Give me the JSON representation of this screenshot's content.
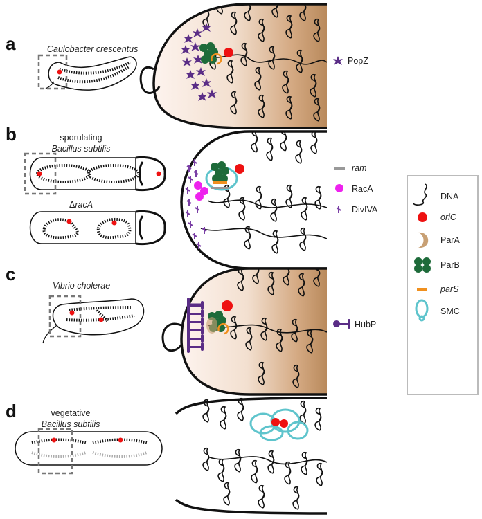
{
  "panels": [
    {
      "letter": "a",
      "organism": "Caulobacter crescentus"
    },
    {
      "letter": "b",
      "organism_line1": "sporulating",
      "organism_line2": "Bacillus subtilis",
      "mutant_label_prefix": "Δ",
      "mutant_label_gene": "racA"
    },
    {
      "letter": "c",
      "organism": "Vibrio cholerae"
    },
    {
      "letter": "d",
      "organism_line1": "vegetative",
      "organism_line2": "Bacillus subtilis"
    }
  ],
  "side_labels": {
    "popz": "PopZ",
    "ram": "ram",
    "raca": "RacA",
    "divIVA": "DivIVA",
    "hubp": "HubP"
  },
  "legend": {
    "items": [
      {
        "label": "DNA",
        "icon": "dna-squiggle-icon"
      },
      {
        "label": "oriC",
        "icon": "red-circle-icon",
        "italic": true
      },
      {
        "label": "ParA",
        "icon": "tan-crescent-icon"
      },
      {
        "label": "ParB",
        "icon": "green-cluster-icon"
      },
      {
        "label": "parS",
        "icon": "orange-dash-icon",
        "italic": true
      },
      {
        "label": "SMC",
        "icon": "cyan-ring-icon"
      }
    ]
  },
  "colors": {
    "oriC": "#ee1111",
    "parB": "#1e6b3a",
    "parA": "#c8a074",
    "parS": "#f0901e",
    "smc": "#5ec4cc",
    "popz": "#5a2d86",
    "raca": "#ee22ee",
    "divIVA": "#7a3fa5",
    "hubp": "#5a2d86",
    "ram": "#999999"
  }
}
